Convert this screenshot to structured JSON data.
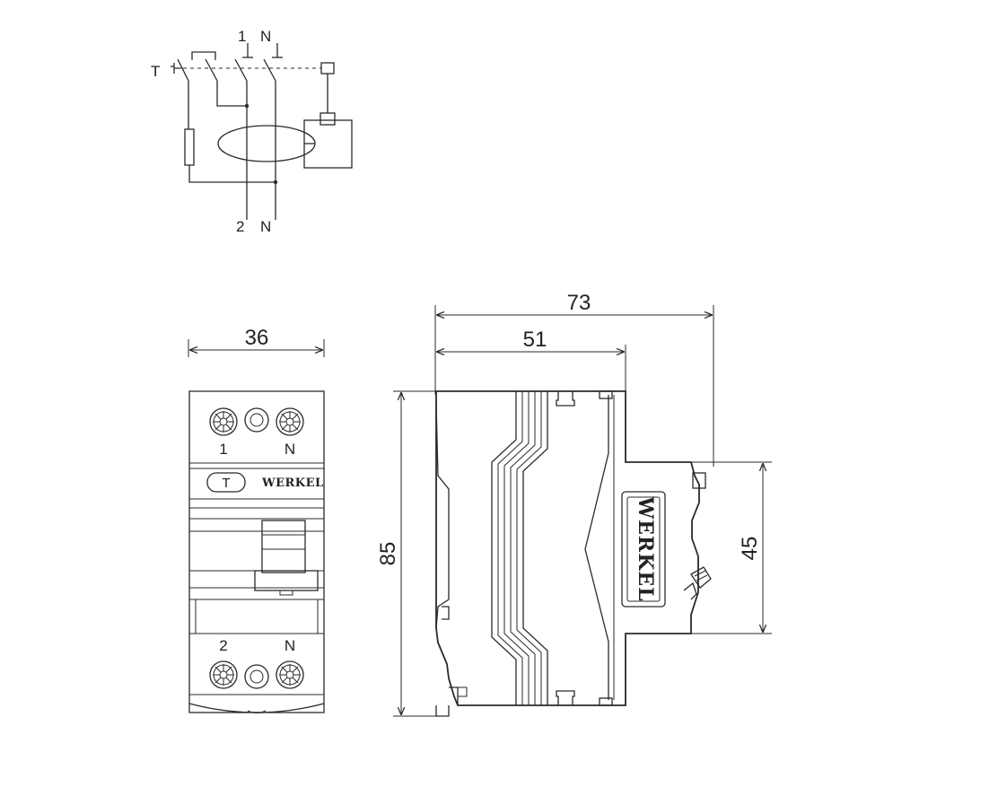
{
  "schematic": {
    "top_labels": [
      "1",
      "N"
    ],
    "bottom_labels": [
      "2",
      "N"
    ],
    "test_label": "T"
  },
  "front_view": {
    "width_dim": "36",
    "top_terminals": [
      "1",
      "N"
    ],
    "bottom_terminals": [
      "2",
      "N"
    ],
    "test_button": "T",
    "brand": "WERKEL"
  },
  "side_view": {
    "overall_depth_dim": "73",
    "body_depth_dim": "51",
    "height_dim": "85",
    "front_height_dim": "45",
    "brand": "WERKEL"
  }
}
